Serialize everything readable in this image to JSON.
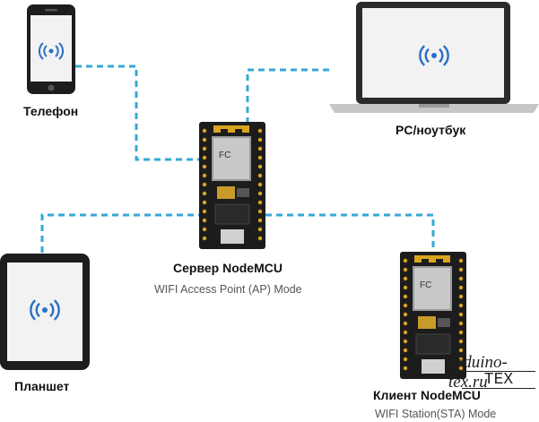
{
  "devices": {
    "phone": {
      "label": "Телефон",
      "icon": "wifi-signal-icon"
    },
    "laptop": {
      "label": "PC/ноутбук",
      "icon": "wifi-signal-icon"
    },
    "tablet": {
      "label": "Планшет",
      "icon": "wifi-signal-icon"
    },
    "server": {
      "label": "Сервер NodeMCU",
      "mode": "WIFI Access Point (AP) Mode"
    },
    "client": {
      "label": "Клиент NodeMCU",
      "mode": "WIFI Station(STA) Mode"
    }
  },
  "watermark": {
    "url": "arduino-tex.ru",
    "logo_text": "TEX"
  },
  "colors": {
    "link": "#35a8d6",
    "board": "#1c1c1c",
    "wifi": "#2a6fc4"
  }
}
